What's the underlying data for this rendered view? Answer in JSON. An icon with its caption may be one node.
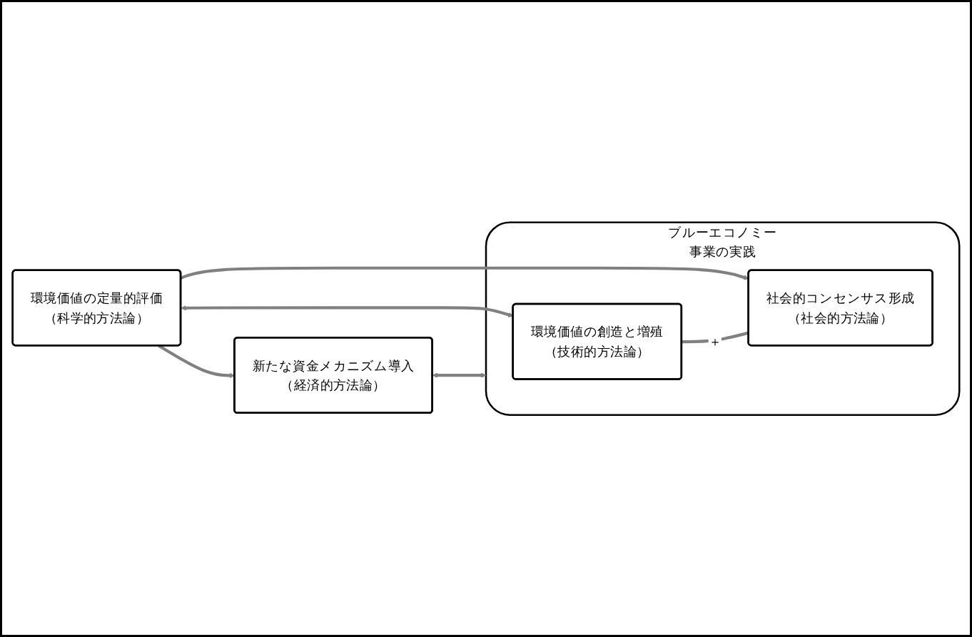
{
  "diagram": {
    "nodes": [
      {
        "text": [
          "環境価値の定量的評価",
          "（科学的方法論）"
        ]
      },
      {
        "text": [
          "新たな資金メカニズム導入",
          "（経済的方法論）"
        ]
      },
      {
        "text": [
          "ブルーエコノミー事業の実践"
        ]
      },
      {
        "text": [
          "環境価値の創造と増殖",
          "（技術的方法論）"
        ],
        "in": 2
      },
      {
        "text": [
          "社会的コンセンサス形成",
          "（社会的方法論）"
        ],
        "in": 2
      }
    ],
    "edges": [
      {
        "from": 0,
        "to": 1,
        "arrow": "to"
      },
      {
        "from": 0,
        "to": 3,
        "arrow": "both"
      },
      {
        "from": 0,
        "to": 4,
        "arrow": "to"
      },
      {
        "from": 1,
        "to": 2,
        "arrow": "both"
      },
      {
        "from": 3,
        "to": 4,
        "arrow": "none",
        "label": "＋"
      }
    ]
  }
}
